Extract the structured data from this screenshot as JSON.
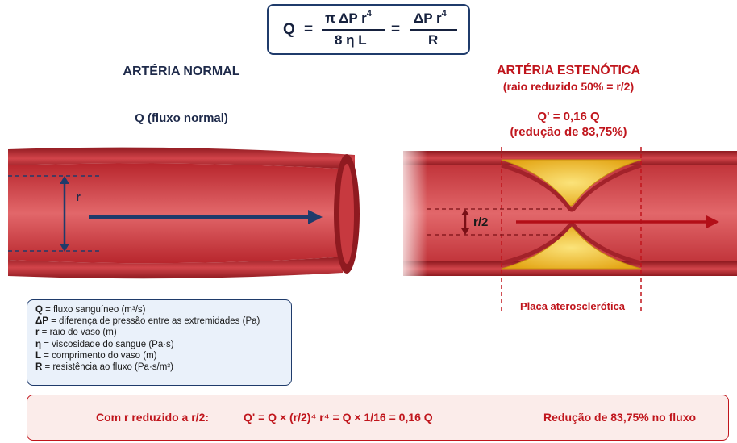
{
  "formula": {
    "q": "Q",
    "eq1": "=",
    "num1": "π ΔP r",
    "num1_exp": "4",
    "den1": "8 η L",
    "eq2": "=",
    "num2": "ΔP r",
    "num2_exp": "4",
    "den2": "R"
  },
  "normal": {
    "title": "ARTÉRIA NORMAL",
    "flow_label": "Q (fluxo normal)",
    "radius_label": "r"
  },
  "stenotic": {
    "title": "ARTÉRIA ESTENÓTICA",
    "subtitle": "(raio reduzido 50% = r/2)",
    "flow_label": "Q' = 0,16 Q",
    "flow_reduction": "(redução de 83,75%)",
    "radius_label": "r/2",
    "plaque_label": "Placa aterosclerótica"
  },
  "legend": [
    {
      "symbol": "Q",
      "text": " = fluxo sanguíneo (m³/s)"
    },
    {
      "symbol": "ΔP",
      "text": " = diferença de pressão entre as extremidades (Pa)"
    },
    {
      "symbol": "r",
      "text": "  = raio do vaso (m)"
    },
    {
      "symbol": "η",
      "text": "  = viscosidade do sangue (Pa·s)"
    },
    {
      "symbol": "L",
      "text": "  = comprimento do vaso (m)"
    },
    {
      "symbol": "R",
      "text": " = resistência ao fluxo (Pa·s/m³)"
    }
  ],
  "bottom": {
    "condition": "Com r reduzido a r/2:",
    "equation": "Q' = Q × (r/2)⁴  r⁴ = Q × 1/16 = 0,16 Q",
    "result": "Redução de 83,75% no fluxo"
  },
  "colors": {
    "navy": "#1f3b6b",
    "red": "#c0151c",
    "vessel": "#c9323a",
    "plaque": "#f2c12e"
  }
}
